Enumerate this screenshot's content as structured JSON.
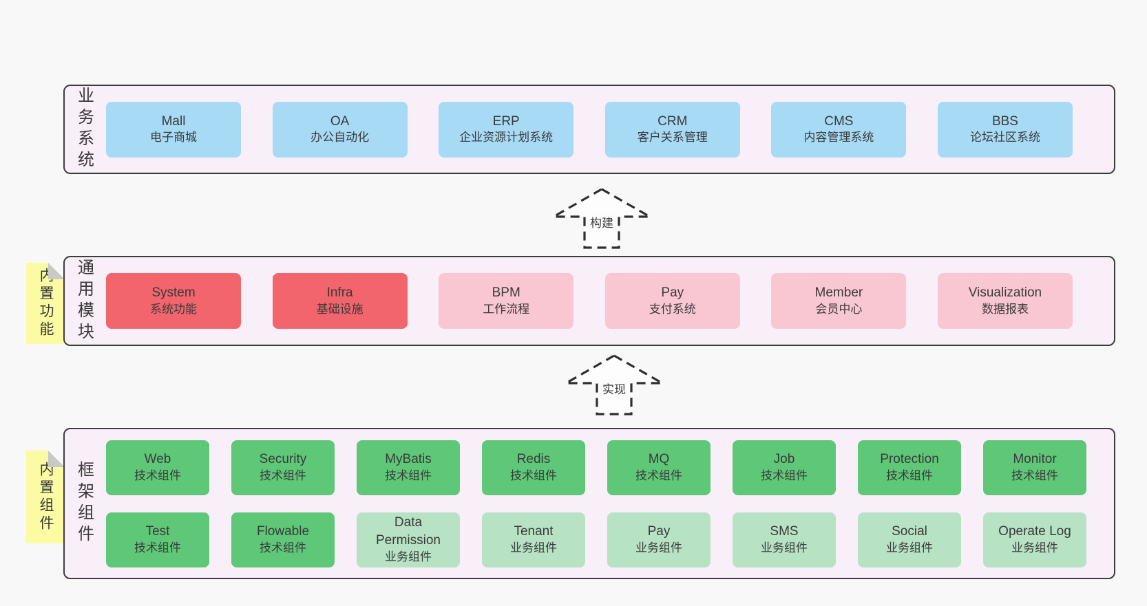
{
  "diagram_title": "Architecture layers diagram",
  "colors": {
    "page_bg": "#f8f8f8",
    "band_bg": "#f9eff8",
    "band_border": "#3c3c3c",
    "blue_box": "#a7daf5",
    "red_box": "#f2656c",
    "pink_box": "#f9c7d2",
    "green_box": "#5fc878",
    "light_green_box": "#b7e3c4",
    "note_yellow": "#fafba3",
    "note_fold_gray": "#c9c9c9",
    "text": "#3a3a3a"
  },
  "arrows": [
    {
      "label": "构建"
    },
    {
      "label": "实现"
    }
  ],
  "bands": [
    {
      "label": "业务系统",
      "note": "",
      "rows": [
        [
          {
            "name": "Mall",
            "desc": "电子商城",
            "variant": "blue"
          },
          {
            "name": "OA",
            "desc": "办公自动化",
            "variant": "blue"
          },
          {
            "name": "ERP",
            "desc": "企业资源计划系统",
            "variant": "blue"
          },
          {
            "name": "CRM",
            "desc": "客户关系管理",
            "variant": "blue"
          },
          {
            "name": "CMS",
            "desc": "内容管理系统",
            "variant": "blue"
          },
          {
            "name": "BBS",
            "desc": "论坛社区系统",
            "variant": "blue"
          }
        ]
      ]
    },
    {
      "label": "通用模块",
      "note": "内置功能",
      "rows": [
        [
          {
            "name": "System",
            "desc": "系统功能",
            "variant": "red"
          },
          {
            "name": "Infra",
            "desc": "基础设施",
            "variant": "red"
          },
          {
            "name": "BPM",
            "desc": "工作流程",
            "variant": "pink"
          },
          {
            "name": "Pay",
            "desc": "支付系统",
            "variant": "pink"
          },
          {
            "name": "Member",
            "desc": "会员中心",
            "variant": "pink"
          },
          {
            "name": "Visualization",
            "desc": "数据报表",
            "variant": "pink"
          }
        ]
      ]
    },
    {
      "label": "框架组件",
      "note": "内置组件",
      "rows": [
        [
          {
            "name": "Web",
            "desc": "技术组件",
            "variant": "green"
          },
          {
            "name": "Security",
            "desc": "技术组件",
            "variant": "green"
          },
          {
            "name": "MyBatis",
            "desc": "技术组件",
            "variant": "green"
          },
          {
            "name": "Redis",
            "desc": "技术组件",
            "variant": "green"
          },
          {
            "name": "MQ",
            "desc": "技术组件",
            "variant": "green"
          },
          {
            "name": "Job",
            "desc": "技术组件",
            "variant": "green"
          },
          {
            "name": "Protection",
            "desc": "技术组件",
            "variant": "green"
          },
          {
            "name": "Monitor",
            "desc": "技术组件",
            "variant": "green"
          }
        ],
        [
          {
            "name": "Test",
            "desc": "技术组件",
            "variant": "green"
          },
          {
            "name": "Flowable",
            "desc": "技术组件",
            "variant": "green"
          },
          {
            "name": "Data Permission",
            "desc": "业务组件",
            "variant": "lightgreen"
          },
          {
            "name": "Tenant",
            "desc": "业务组件",
            "variant": "lightgreen"
          },
          {
            "name": "Pay",
            "desc": "业务组件",
            "variant": "lightgreen"
          },
          {
            "name": "SMS",
            "desc": "业务组件",
            "variant": "lightgreen"
          },
          {
            "name": "Social",
            "desc": "业务组件",
            "variant": "lightgreen"
          },
          {
            "name": "Operate Log",
            "desc": "业务组件",
            "variant": "lightgreen"
          }
        ]
      ]
    }
  ]
}
